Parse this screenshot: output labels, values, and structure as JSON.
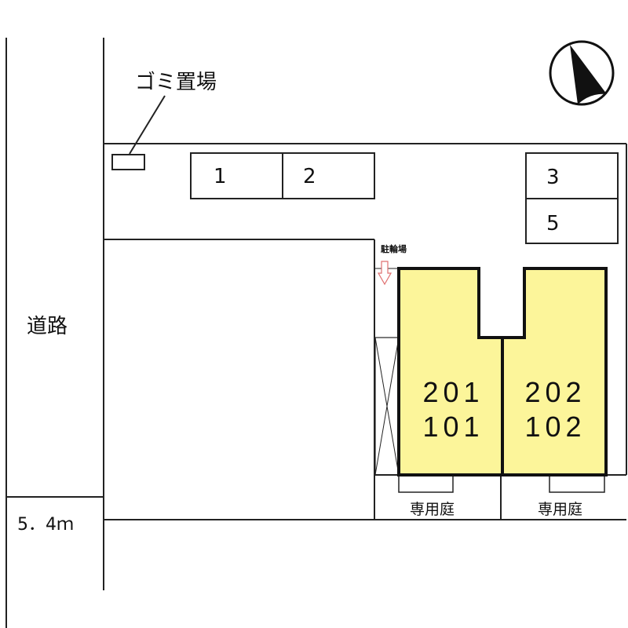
{
  "labels": {
    "trash_area": "ゴミ置場",
    "road": "道路",
    "road_width": "5．4ｍ",
    "bicycle_parking": "駐輪場",
    "private_garden_1": "専用庭",
    "private_garden_2": "専用庭"
  },
  "parking": [
    "1",
    "2",
    "3",
    "5"
  ],
  "units": [
    {
      "upper": "201",
      "lower": "101"
    },
    {
      "upper": "202",
      "lower": "102"
    }
  ],
  "compass": "north-arrow-icon",
  "colors": {
    "building": "#fcf59a",
    "line": "#222222",
    "arrow": "#e07070"
  }
}
